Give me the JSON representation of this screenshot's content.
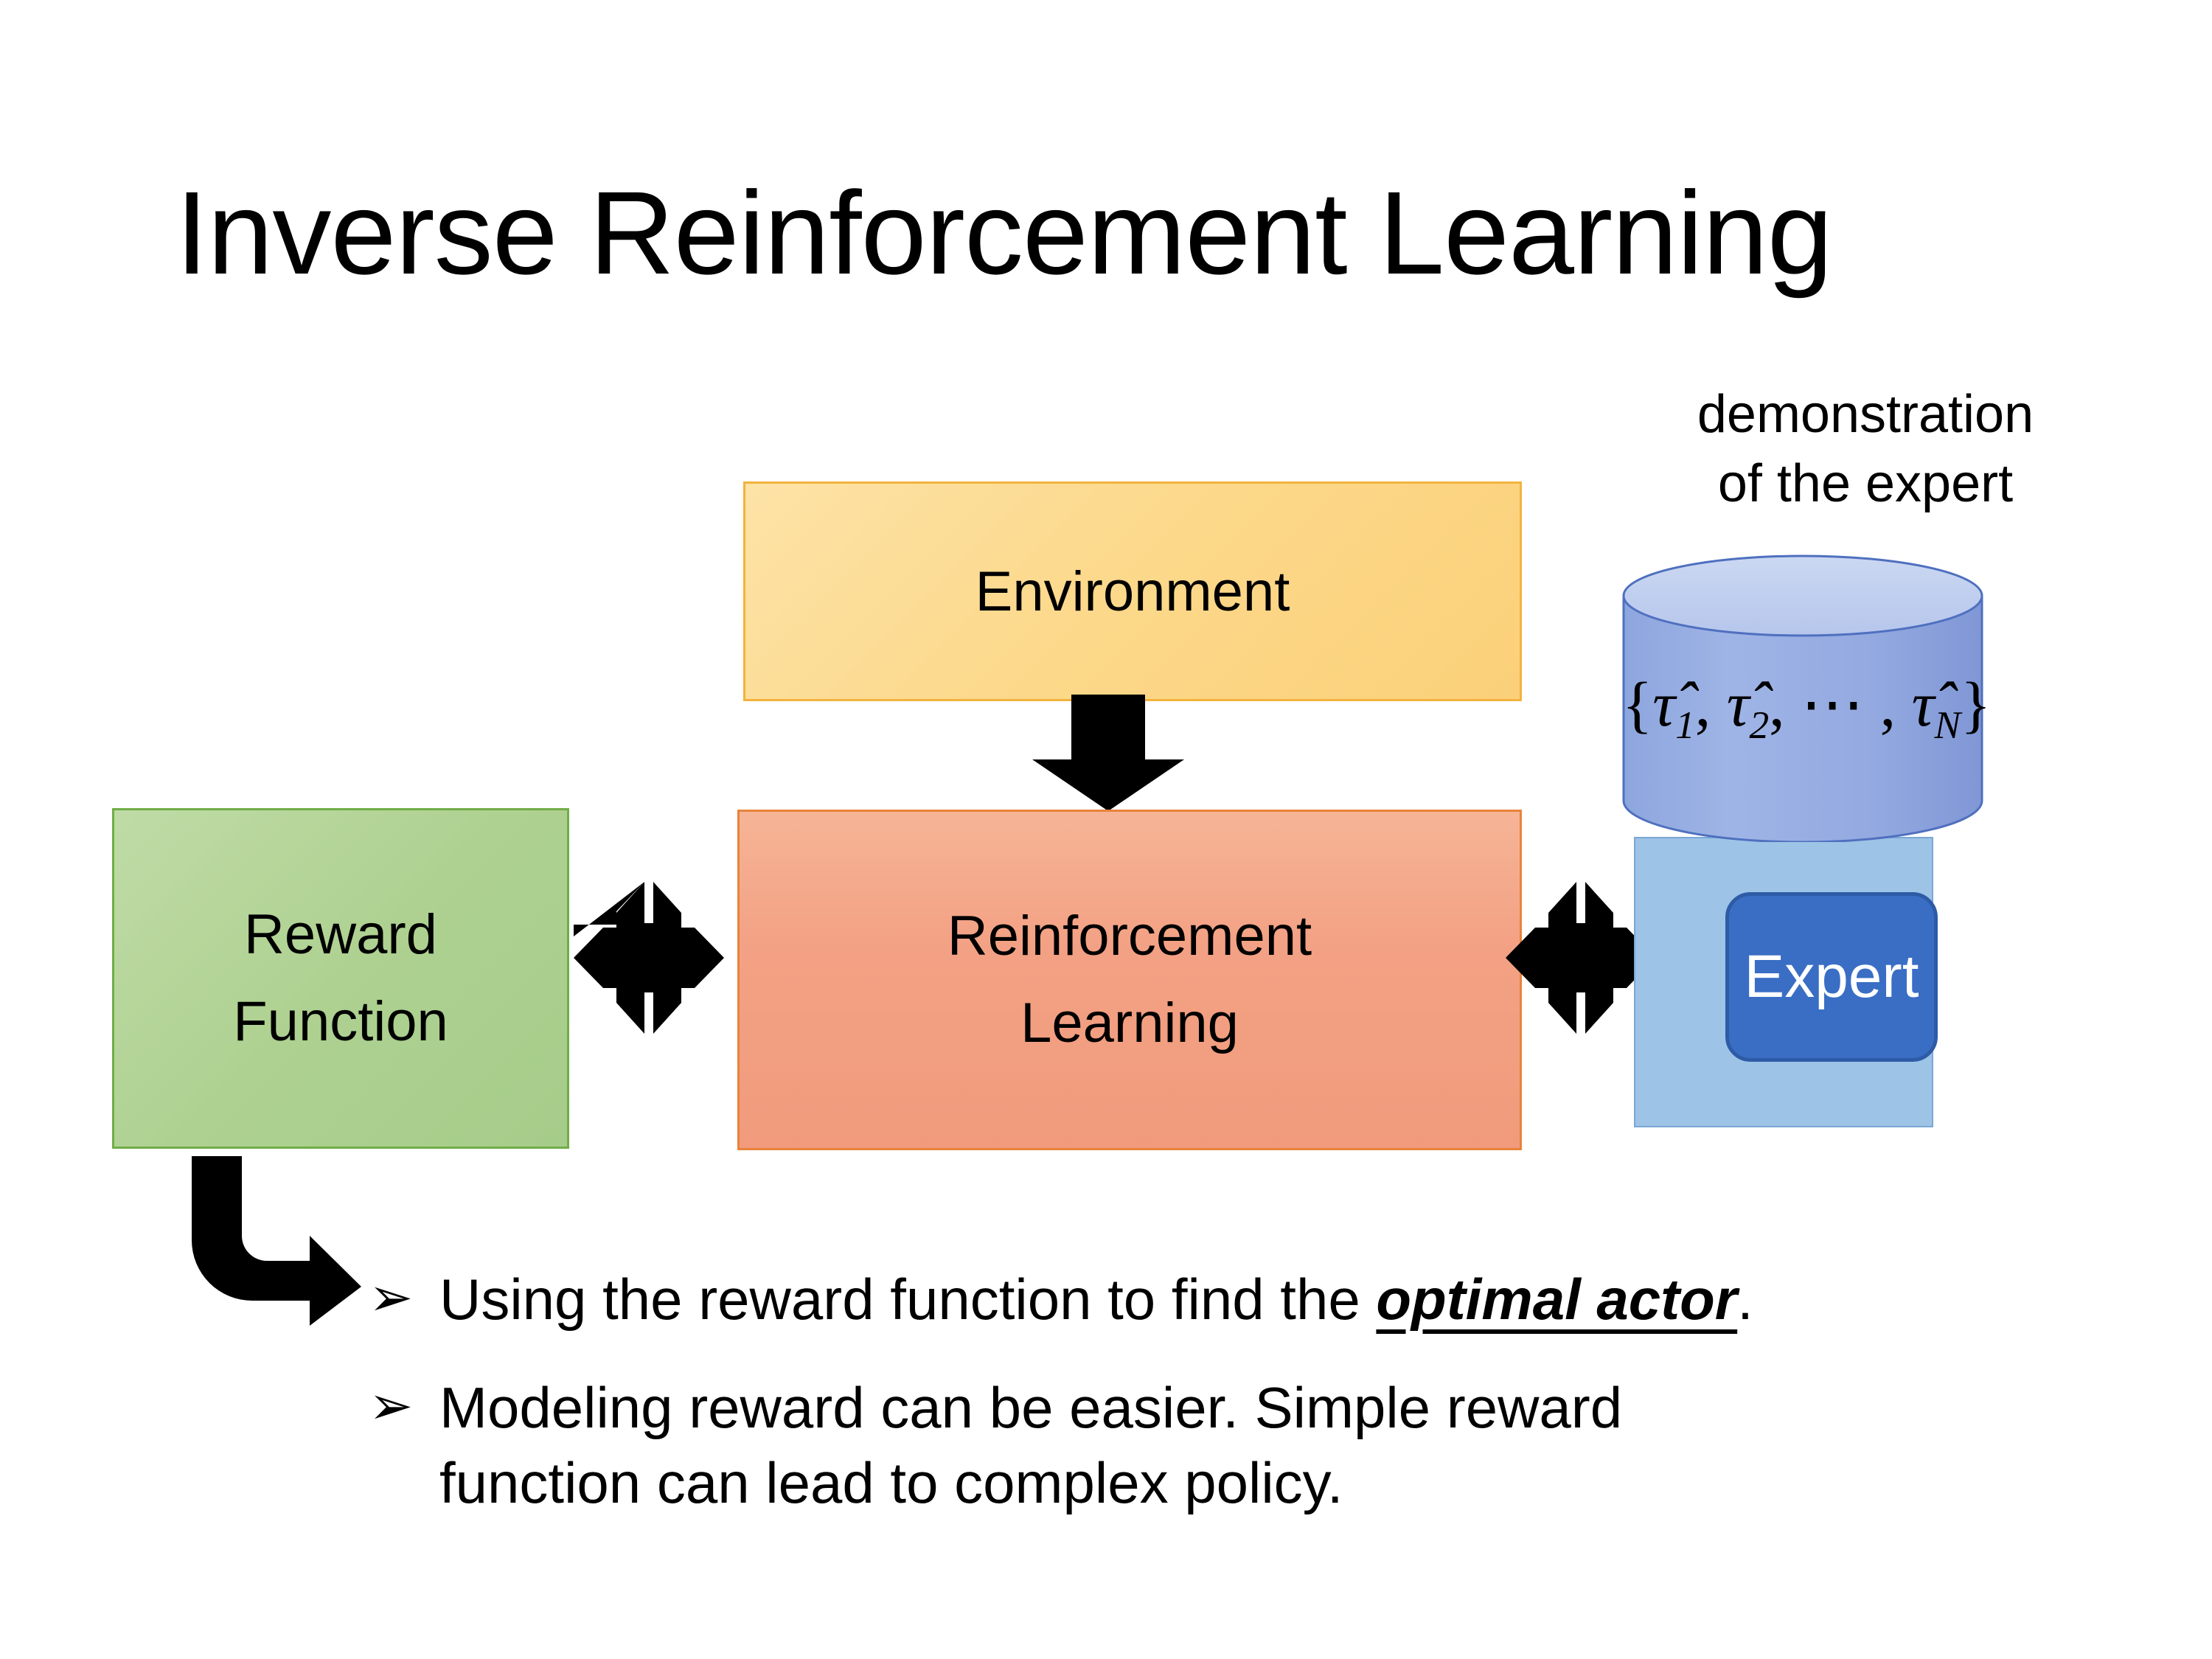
{
  "slide": {
    "title": "Inverse Reinforcement Learning",
    "background_color": "#FFFFFF"
  },
  "diagram": {
    "environment_box": {
      "label": "Environment",
      "fill_color": "#FCD98C",
      "border_color": "#F2B33D"
    },
    "reinforcement_learning_box": {
      "label_line1": "Reinforcement",
      "label_line2": "Learning",
      "fill_color": "#F3A184",
      "border_color": "#E8833A"
    },
    "reward_function_box": {
      "label_line1": "Reward",
      "label_line2": "Function",
      "fill_color": "#AED191",
      "border_color": "#71AD48"
    },
    "demonstration_label": {
      "line1": "demonstration",
      "line2": "of the expert"
    },
    "trajectory_cylinder": {
      "formula_open": "{",
      "tau1": "τ̂",
      "sub1": "1",
      "sep1": ", ",
      "tau2": "τ̂",
      "sub2": "2",
      "sep2": ", ⋯ , ",
      "tauN": "τ̂",
      "subN": "N",
      "formula_close": "}",
      "body_color": "#96AEE0",
      "top_color": "#C6D5F0",
      "stroke_color": "#4F70BF"
    },
    "expert_panel": {
      "label": "Expert",
      "panel_color": "#9DC3E6",
      "button_color": "#3A6EC4",
      "button_border_color": "#2E5BA6",
      "text_color": "#FFFFFF"
    },
    "arrows": {
      "env_to_rl": "down-arrow",
      "reward_to_rl": "four-way-arrow",
      "rl_to_expert": "four-way-arrow",
      "reward_to_bullets": "elbow-arrow",
      "arrow_color": "#000000"
    }
  },
  "bullets": [
    {
      "marker": "➢",
      "text_before": "Using the reward function to find the ",
      "emphasis": "optimal actor",
      "text_after": "."
    },
    {
      "marker": "➢",
      "line1": "Modeling reward can be easier. Simple reward",
      "line2": "function can lead to complex policy."
    }
  ]
}
